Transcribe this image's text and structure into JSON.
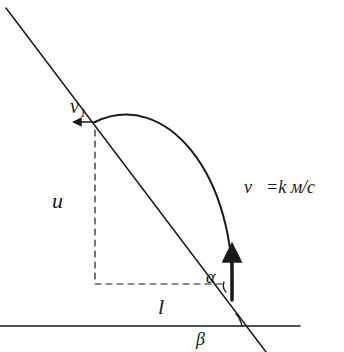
{
  "diagram": {
    "labels": [
      "v₁",
      "v⃗=k м/с",
      "u",
      "l",
      "α",
      "β"
    ]
  }
}
